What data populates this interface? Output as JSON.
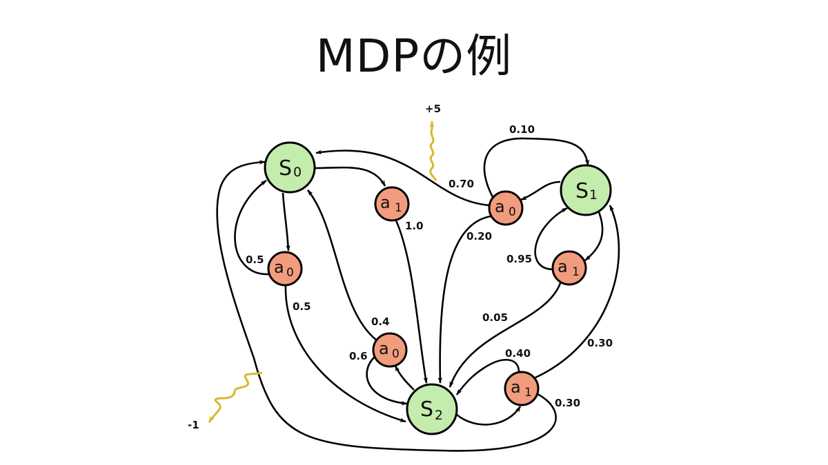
{
  "title": "MDPの例",
  "colors": {
    "state_fill": "#c4ecac",
    "action_fill": "#f29c7e",
    "reward_arrow": "#d9b72a",
    "edge": "#000000"
  },
  "states": [
    {
      "id": "S0",
      "letter": "S",
      "sub": "0"
    },
    {
      "id": "S1",
      "letter": "S",
      "sub": "1"
    },
    {
      "id": "S2",
      "letter": "S",
      "sub": "2"
    }
  ],
  "actions": [
    {
      "id": "S0_a0",
      "state": "S0",
      "letter": "a",
      "sub": "0"
    },
    {
      "id": "S0_a1",
      "state": "S0",
      "letter": "a",
      "sub": "1"
    },
    {
      "id": "S1_a0",
      "state": "S1",
      "letter": "a",
      "sub": "0"
    },
    {
      "id": "S1_a1",
      "state": "S1",
      "letter": "a",
      "sub": "1"
    },
    {
      "id": "S2_a0",
      "state": "S2",
      "letter": "a",
      "sub": "0"
    },
    {
      "id": "S2_a1",
      "state": "S2",
      "letter": "a",
      "sub": "1"
    }
  ],
  "transitions": [
    {
      "from": "S0_a0",
      "to": "S0",
      "prob": "0.5"
    },
    {
      "from": "S0_a0",
      "to": "S2",
      "prob": "0.5"
    },
    {
      "from": "S0_a1",
      "to": "S2",
      "prob": "1.0"
    },
    {
      "from": "S1_a0",
      "to": "S0",
      "prob": "0.70"
    },
    {
      "from": "S1_a0",
      "to": "S1",
      "prob": "0.10"
    },
    {
      "from": "S1_a0",
      "to": "S2",
      "prob": "0.20"
    },
    {
      "from": "S1_a1",
      "to": "S1",
      "prob": "0.95"
    },
    {
      "from": "S1_a1",
      "to": "S2",
      "prob": "0.05"
    },
    {
      "from": "S2_a0",
      "to": "S0",
      "prob": "0.4"
    },
    {
      "from": "S2_a0",
      "to": "S2",
      "prob": "0.6"
    },
    {
      "from": "S2_a1",
      "to": "S2",
      "prob": "0.40"
    },
    {
      "from": "S2_a1",
      "to": "S1",
      "prob": "0.30"
    },
    {
      "from": "S2_a1",
      "to": "S0",
      "prob": "0.30"
    }
  ],
  "rewards": [
    {
      "transition": "S1_a0 -> S0",
      "value": "+5"
    },
    {
      "transition": "S2_a1 -> S0",
      "value": "-1"
    }
  ]
}
